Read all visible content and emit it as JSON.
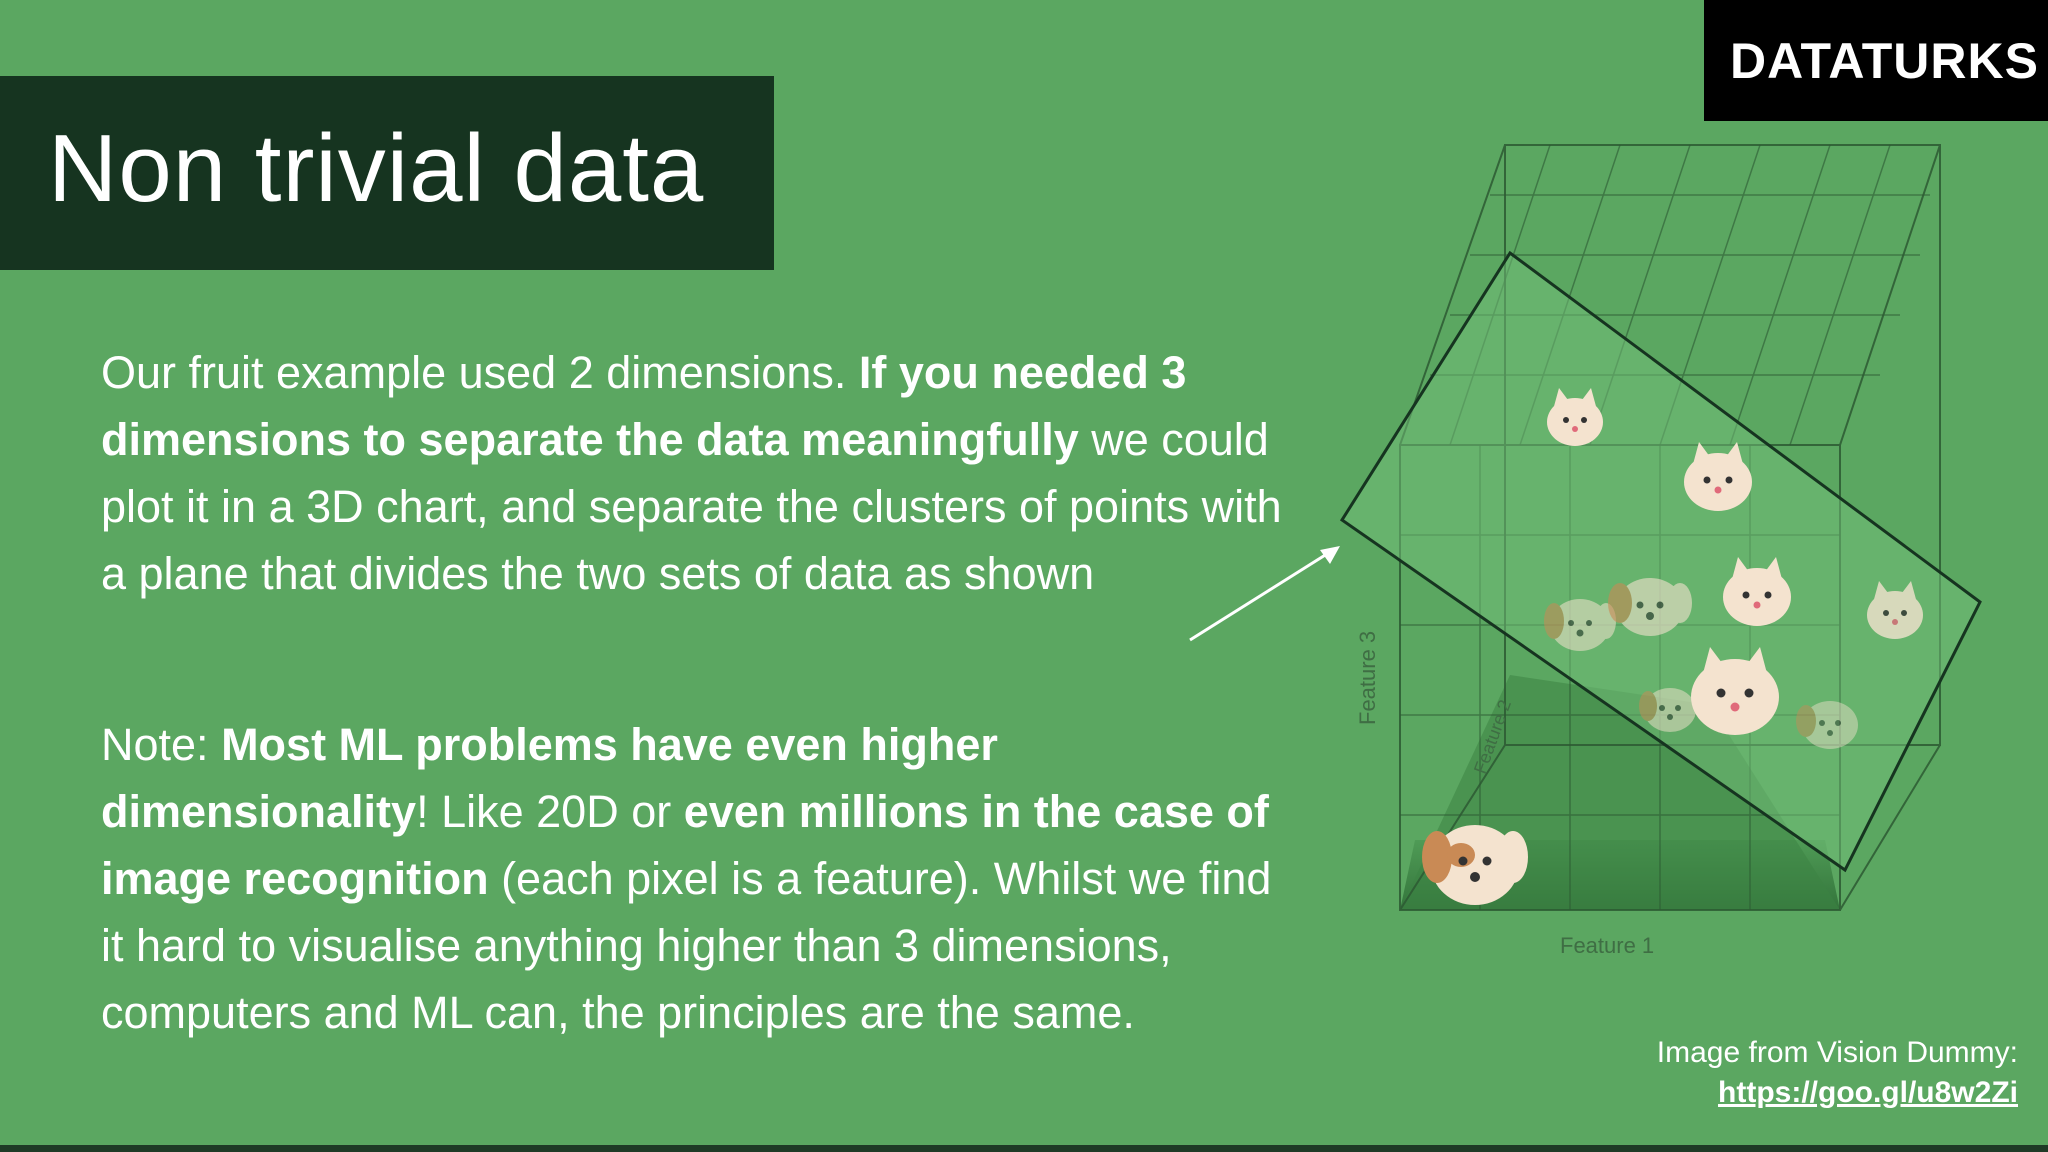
{
  "slide": {
    "title": "Non trivial data",
    "brand": "DATATURKS",
    "paragraph1": {
      "s1": "Our fruit example used 2 dimensions. ",
      "s2": "If you needed 3 dimensions to separate the data meaningfully",
      "s3": " we could plot it in a 3D chart, and separate the clusters of points with a plane that divides the two sets of data as shown"
    },
    "paragraph2": {
      "s1": "Note: ",
      "s2": "Most ML problems have even higher dimensionality",
      "s3": "! Like 20D or ",
      "s4": "even millions in the case of image recognition",
      "s5": " (each pixel is a feature). Whilst we find it hard to visualise anything higher than 3 dimensions, computers and ML can, the principles are the same."
    },
    "credit": {
      "text": "Image from Vision Dummy:",
      "link": "https://goo.gl/u8w2Zi"
    }
  },
  "figure": {
    "x_axis_label": "Feature 1",
    "y_axis_label": "Feature 2",
    "z_axis_label": "Feature 3",
    "icons": [
      "cat-icon",
      "dog-icon",
      "arrow-icon"
    ],
    "colors": {
      "background": "#5ba761",
      "title_bg": "#163420",
      "brand_bg": "#000000"
    }
  }
}
